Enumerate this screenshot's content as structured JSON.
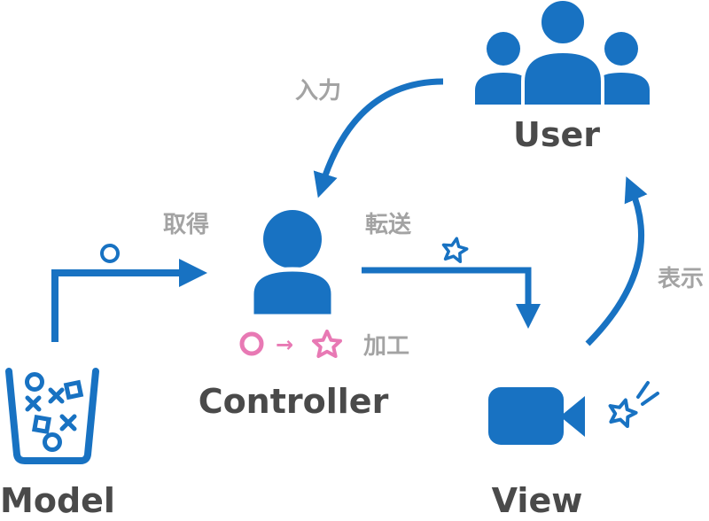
{
  "colors": {
    "primary": "#1872c2",
    "label_gray": "#a3a3a3",
    "node_text": "#4a4a4a",
    "accent_pink": "#e879b4"
  },
  "nodes": {
    "user": {
      "label": "User",
      "icon": "user-group-icon"
    },
    "controller": {
      "label": "Controller",
      "icon": "person-icon"
    },
    "model": {
      "label": "Model",
      "icon": "bucket-icon"
    },
    "view": {
      "label": "View",
      "icon": "video-camera-icon"
    }
  },
  "edges": {
    "input": {
      "label": "入力",
      "from": "User",
      "to": "Controller"
    },
    "fetch": {
      "label": "取得",
      "from": "Model",
      "to": "Controller"
    },
    "transfer": {
      "label": "転送",
      "from": "Controller",
      "to": "View"
    },
    "display": {
      "label": "表示",
      "from": "View",
      "to": "User"
    }
  },
  "processing": {
    "label": "加工",
    "arrow": "→"
  }
}
